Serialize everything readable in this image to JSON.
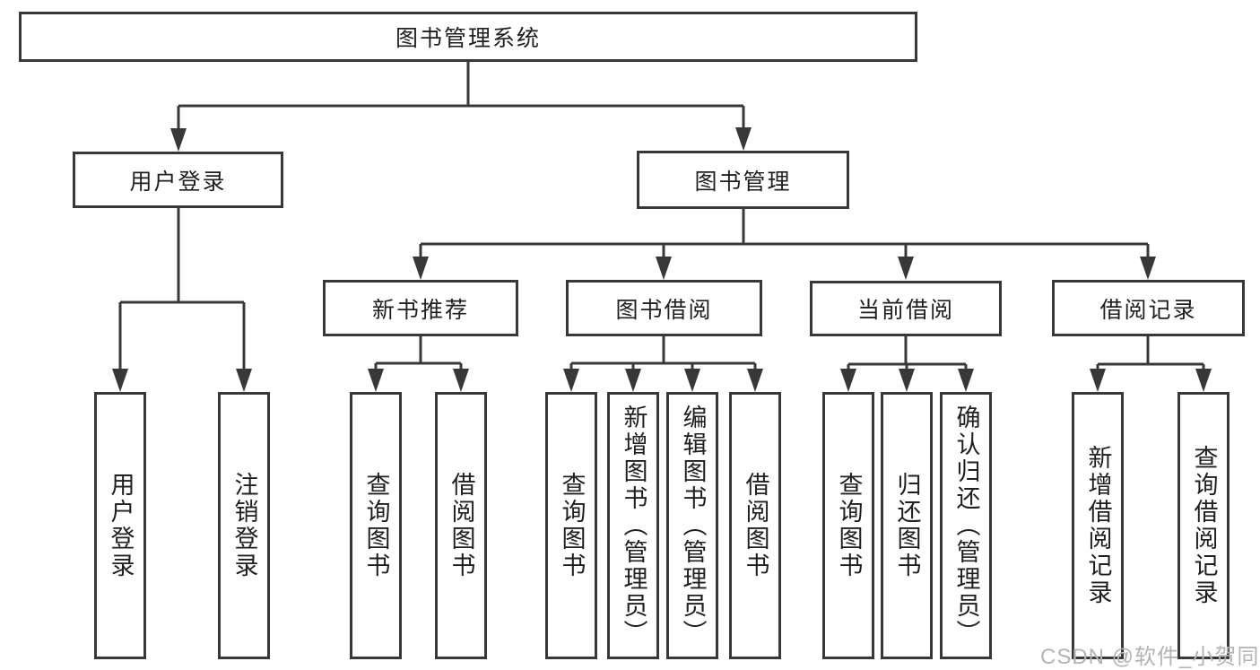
{
  "tree": {
    "label": "图书管理系统",
    "children": [
      {
        "label": "用户登录",
        "children": [
          {
            "label": "用户登录"
          },
          {
            "label": "注销登录"
          }
        ]
      },
      {
        "label": "图书管理",
        "children": [
          {
            "label": "新书推荐",
            "children": [
              {
                "label": "查询图书"
              },
              {
                "label": "借阅图书"
              }
            ]
          },
          {
            "label": "图书借阅",
            "children": [
              {
                "label": "查询图书"
              },
              {
                "label": "新增图书（管理员）"
              },
              {
                "label": "编辑图书（管理员）"
              },
              {
                "label": "借阅图书"
              }
            ]
          },
          {
            "label": "当前借阅",
            "children": [
              {
                "label": "查询图书"
              },
              {
                "label": "归还图书"
              },
              {
                "label": "确认归还（管理员）"
              }
            ]
          },
          {
            "label": "借阅记录",
            "children": [
              {
                "label": "新增借阅记录"
              },
              {
                "label": "查询借阅记录"
              }
            ]
          }
        ]
      }
    ]
  },
  "watermark": "CSDN @软件_小贺同学",
  "colors": {
    "line": "#383838",
    "box_border": "#383838",
    "text": "#1f1f1f",
    "watermark": "#b3b3b3",
    "background": "#ffffff"
  }
}
